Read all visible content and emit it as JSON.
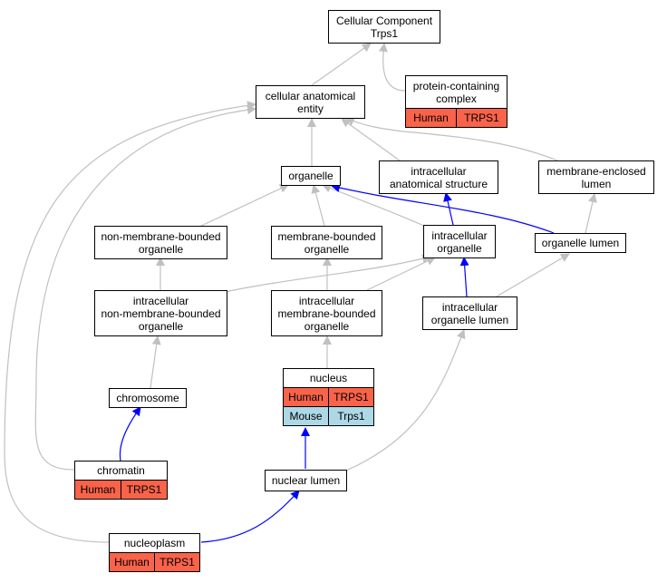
{
  "nodes": {
    "cellular_component": {
      "label": "Cellular Component\nTrps1"
    },
    "protein_complex": {
      "label": "protein-containing\ncomplex",
      "rows": [
        {
          "species": "Human",
          "gene": "TRPS1"
        }
      ]
    },
    "cellular_anatomical_entity": {
      "label": "cellular anatomical\nentity"
    },
    "organelle": {
      "label": "organelle"
    },
    "intracellular_anatomical_structure": {
      "label": "intracellular\nanatomical structure"
    },
    "membrane_enclosed_lumen": {
      "label": "membrane-enclosed\nlumen"
    },
    "non_membrane_bounded_organelle": {
      "label": "non-membrane-bounded\norganelle"
    },
    "membrane_bounded_organelle": {
      "label": "membrane-bounded\norganelle"
    },
    "intracellular_organelle": {
      "label": "intracellular\norganelle"
    },
    "organelle_lumen": {
      "label": "organelle lumen"
    },
    "intracellular_non_membrane_bounded_organelle": {
      "label": "intracellular\nnon-membrane-bounded\norganelle"
    },
    "intracellular_membrane_bounded_organelle": {
      "label": "intracellular\nmembrane-bounded\norganelle"
    },
    "intracellular_organelle_lumen": {
      "label": "intracellular\norganelle lumen"
    },
    "chromosome": {
      "label": "chromosome"
    },
    "nucleus": {
      "label": "nucleus",
      "rows": [
        {
          "species": "Human",
          "gene": "TRPS1"
        },
        {
          "species": "Mouse",
          "gene": "Trps1"
        }
      ]
    },
    "chromatin": {
      "label": "chromatin",
      "rows": [
        {
          "species": "Human",
          "gene": "TRPS1"
        }
      ]
    },
    "nuclear_lumen": {
      "label": "nuclear lumen"
    },
    "nucleoplasm": {
      "label": "nucleoplasm",
      "rows": [
        {
          "species": "Human",
          "gene": "TRPS1"
        }
      ]
    }
  },
  "colors": {
    "human_row": "#f9634a",
    "mouse_row": "#add8e6",
    "edge_gray": "#c0c0c0",
    "edge_blue": "#0000ff"
  }
}
